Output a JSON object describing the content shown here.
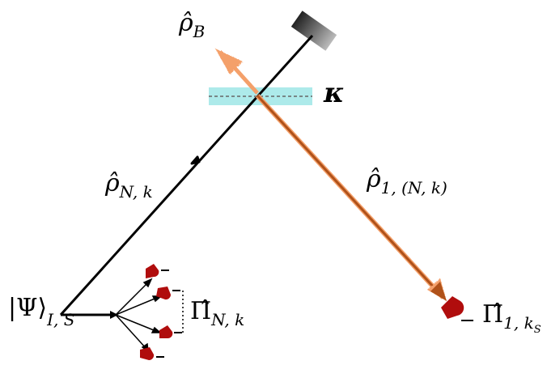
{
  "labels": {
    "rho_b": {
      "main": "ρ̂",
      "sub": "B"
    },
    "kappa": "κ",
    "rho_nk": {
      "main": "ρ̂",
      "sub": "N, k"
    },
    "rho_1nk": {
      "main": "ρ̂",
      "sub": "1, (N, k)"
    },
    "psi": {
      "main": "|Ψ⟩",
      "sub": "I, S"
    },
    "pi_nk": {
      "main": "Π̂",
      "sub": "N, k"
    },
    "pi_1ks": {
      "main": "Π̂",
      "sub": "1, k",
      "subsub": "S"
    }
  },
  "colors": {
    "beam": "#000000",
    "photon": "#b0521a",
    "photon_glow": "#f4a06a",
    "beamsplitter": "#9fe6e6",
    "detector": "#b00d0d",
    "mirror": "#444444"
  }
}
